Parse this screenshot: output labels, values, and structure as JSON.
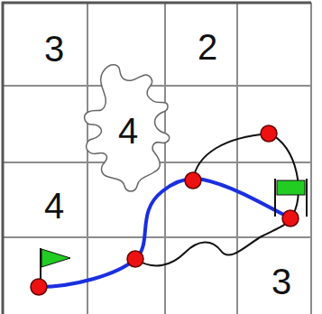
{
  "diagram": {
    "nodes": [
      {
        "text": [
          "4"
        ]
      }
    ],
    "labels": [
      "3",
      "2",
      "4",
      "3"
    ]
  }
}
